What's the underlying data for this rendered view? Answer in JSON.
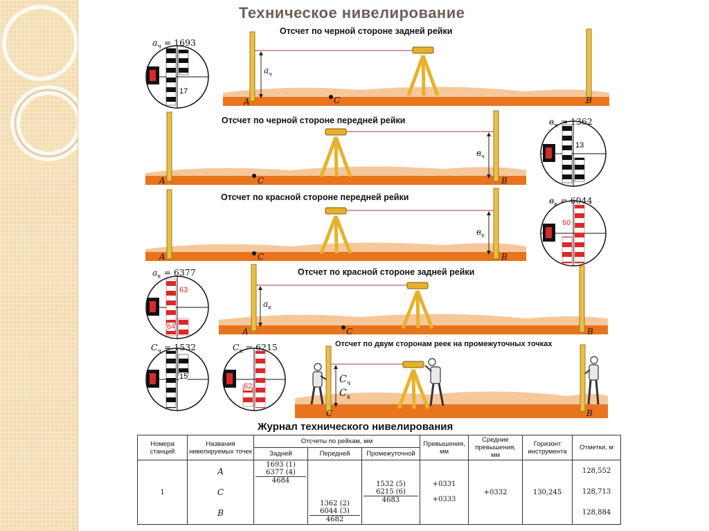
{
  "title": "Техническое нивелирование",
  "panels": [
    {
      "heading": "Отсчет по черной стороне задней рейки",
      "reading_label": "а",
      "reading_sub": "ч",
      "reading_value": "= 1693",
      "staff_label": "17",
      "distance_label": "а",
      "distance_sub": "ч",
      "point_a": "A",
      "point_c": "C",
      "point_b": "B"
    },
    {
      "heading": "Отсчет по черной стороне передней рейки",
      "reading_label": "в",
      "reading_sub": "ч",
      "reading_value": "= 1362",
      "staff_label": "13",
      "distance_label": "в",
      "distance_sub": "ч",
      "point_a": "A",
      "point_c": "C",
      "point_b": "B"
    },
    {
      "heading": "Отсчет по красной стороне передней рейки",
      "reading_label": "в",
      "reading_sub": "к",
      "reading_value": "= 6044",
      "staff_label": "60",
      "distance_label": "в",
      "distance_sub": "к",
      "point_a": "A",
      "point_c": "C",
      "point_b": "B"
    },
    {
      "heading": "Отсчет по красной стороне задней рейки",
      "reading_label": "а",
      "reading_sub": "к",
      "reading_value": "= 6377",
      "staff_label_top": "63",
      "staff_label_bottom": "64",
      "distance_label": "а",
      "distance_sub": "к",
      "point_a": "A",
      "point_c": "C",
      "point_b": "B"
    },
    {
      "heading": "Отсчет по двум сторонам реек на промежуточных точках",
      "reading1_label": "С",
      "reading1_sub": "ч",
      "reading1_value": "= 1532",
      "staff1_label": "15",
      "reading2_label": "С",
      "reading2_sub": "к",
      "reading2_value": "= 6215",
      "staff2_label": "62",
      "dist1_label": "С",
      "dist1_sub": "ч",
      "dist2_label": "С",
      "dist2_sub": "к",
      "point_c": "C",
      "point_b": "B"
    }
  ],
  "journal": {
    "title": "Журнал технического нивелирования",
    "headers": {
      "station": "Номера станций",
      "points": "Названия нивелируемых точек",
      "readings": "Отсчеты по рейкам, мм",
      "back": "Задней",
      "front": "Передней",
      "intermediate": "Промежуточной",
      "elevation_diff": "Превышения, мм",
      "avg_diff": "Средние превышения, мм",
      "horizon": "Горизонт инструмента",
      "marks": "Отметки, м"
    },
    "station": "1",
    "point_a": "А",
    "point_c": "С",
    "point_b": "В",
    "back_1": "1693 (1)",
    "back_2": "6377 (4)",
    "back_diff": "4684",
    "front_1": "1362 (2)",
    "front_2": "6044 (3)",
    "front_diff": "4682",
    "inter_1": "1532 (5)",
    "inter_2": "6215 (6)",
    "inter_diff": "4683",
    "diff_1": "+0331",
    "diff_2": "+0333",
    "avg": "+0332",
    "horizon": "130,245",
    "mark_a": "128,552",
    "mark_c": "128,713",
    "mark_b": "128,884"
  },
  "colors": {
    "ground": "#e8741e",
    "ground_light": "#f6c79a",
    "staff": "#e8c048",
    "tripod": "#e7b22a",
    "staff_red": "#d92a2a",
    "sight_line": "#b0304a"
  }
}
